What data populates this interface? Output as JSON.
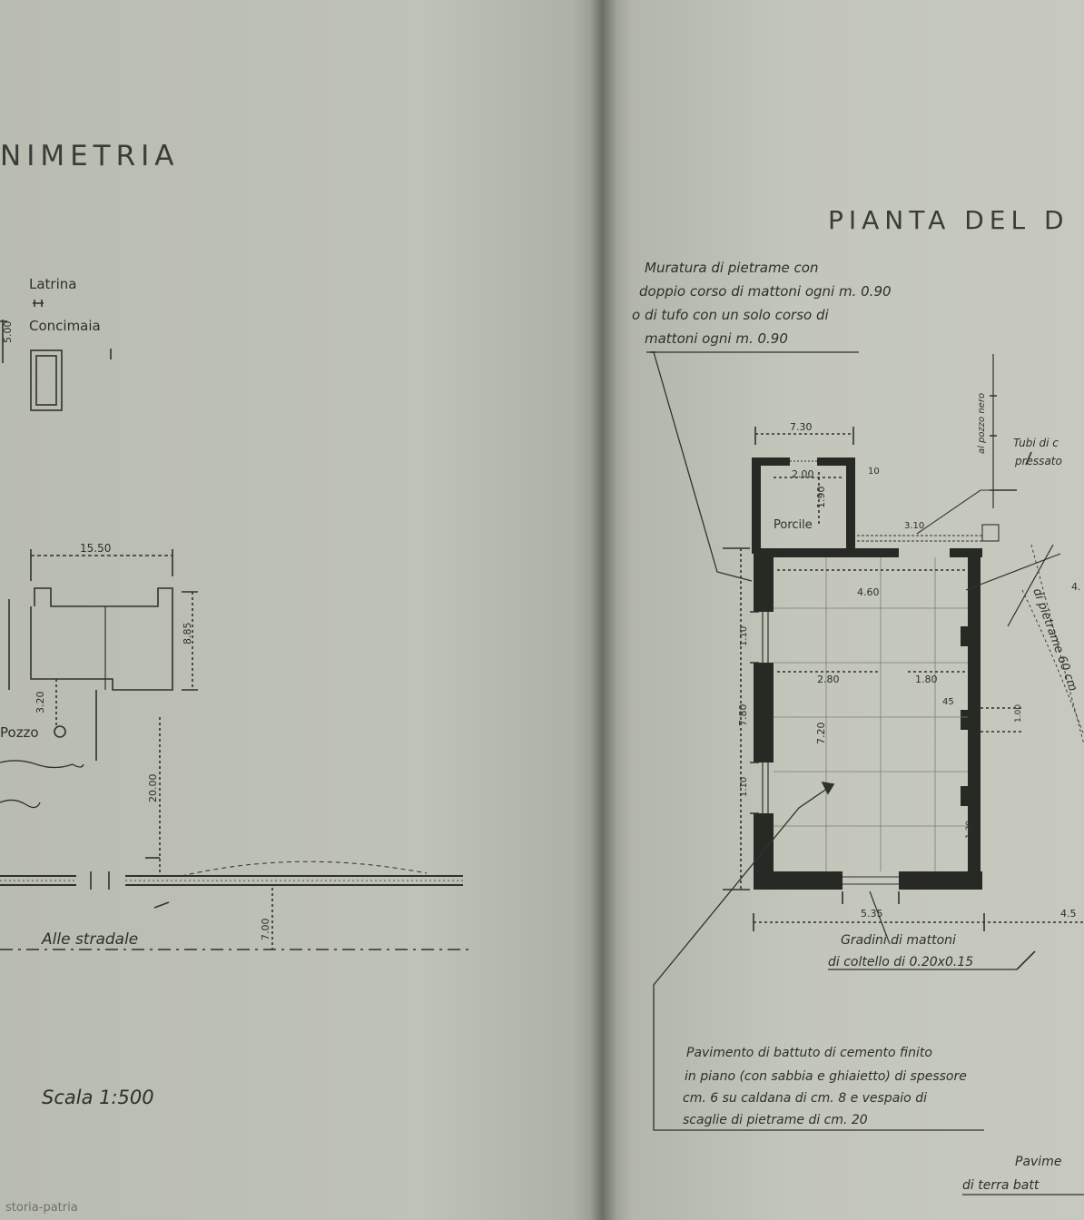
{
  "left_page": {
    "title": "NIMETRIA",
    "labels": {
      "latrina": "Latrina",
      "concimaia": "Concimaia",
      "pozzo": "Pozzo",
      "strada": "Alle stradale",
      "scala": "Scala 1:500"
    },
    "dims": {
      "d500": "5.00",
      "d1550": "15.50",
      "d885": "8.85",
      "d320": "3.20",
      "d2000": "20.00",
      "d700": "7.00"
    }
  },
  "right_page": {
    "title": "PIANTA DEL D",
    "labels": {
      "muratura_1": "Muratura di pietrame con",
      "muratura_2": "doppio corso di mattoni ogni m. 0.90",
      "muratura_3": "o di tufo con un solo corso di",
      "muratura_4": "mattoni ogni m. 0.90",
      "porcile": "Porcile",
      "tubi_1": "Tubi di c",
      "tubi_2": "pressato",
      "pozzo_nero": "al pozzo nero",
      "gradini_1": "Gradini di mattoni",
      "gradini_2": "di coltello di 0.20x0.15",
      "pav_1": "Pavimento di battuto di cemento finito",
      "pav_2": "in piano (con sabbia e ghiaietto) di spessore",
      "pav_3": "cm. 6 su caldana di cm. 8 e vespaio di",
      "pav_4": "scaglie di pietrame di cm. 20",
      "pav_b1": "Pavime",
      "pav_b2": "di terra batt",
      "diag": "di pietrame 60 cm"
    },
    "dims": {
      "d730": "7.30",
      "d200": "2.00",
      "d190": "1.90",
      "d010": "10",
      "d310": "3.10",
      "d460": "4.60",
      "d280": "2.80",
      "d180": "1.80",
      "d720": "7.20",
      "d780": "7.80",
      "d110a": "1.10",
      "d110b": "1.10",
      "d045": "45",
      "d130": "1.30",
      "d535": "5.35",
      "d100": "1.00",
      "d4r": "4.",
      "d4b": "4.5"
    }
  },
  "watermark": "storia-patria"
}
